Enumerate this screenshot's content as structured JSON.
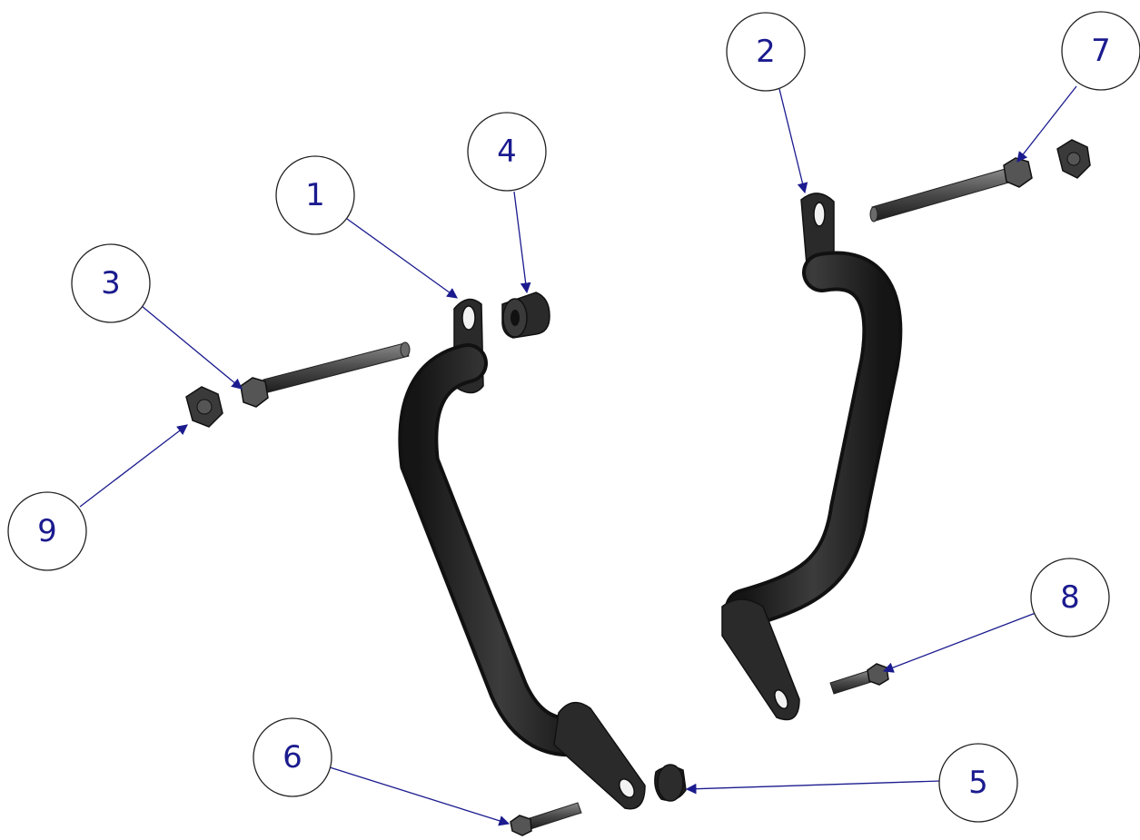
{
  "balloons": [
    {
      "id": "1",
      "label": "1"
    },
    {
      "id": "2",
      "label": "2"
    },
    {
      "id": "3",
      "label": "3"
    },
    {
      "id": "4",
      "label": "4"
    },
    {
      "id": "5",
      "label": "5"
    },
    {
      "id": "6",
      "label": "6"
    },
    {
      "id": "7",
      "label": "7"
    },
    {
      "id": "8",
      "label": "8"
    },
    {
      "id": "9",
      "label": "9"
    }
  ],
  "colors": {
    "balloon_text": "#1b1b8f",
    "leader": "#1b1b8f",
    "part_dark": "#1f1f1f",
    "part_mid": "#3a3a3a",
    "part_light": "#5a5a5a"
  }
}
